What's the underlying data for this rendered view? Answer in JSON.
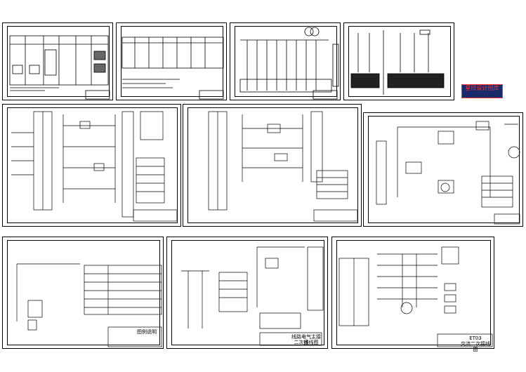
{
  "watermark": {
    "title": "星欣设计图库"
  },
  "sheets": {
    "wiring_a": {
      "title_line1": "线路电气主接线",
      "title_line2": "二次接线图"
    },
    "wiring_b": {
      "title_line1": "ET03",
      "title_line2": "交流二次接线图"
    },
    "legend": {
      "heading": "图例说明"
    }
  },
  "colors": {
    "line": "#000000",
    "banner_bg": "#1b2a6b",
    "banner_text": "#ff3030"
  }
}
